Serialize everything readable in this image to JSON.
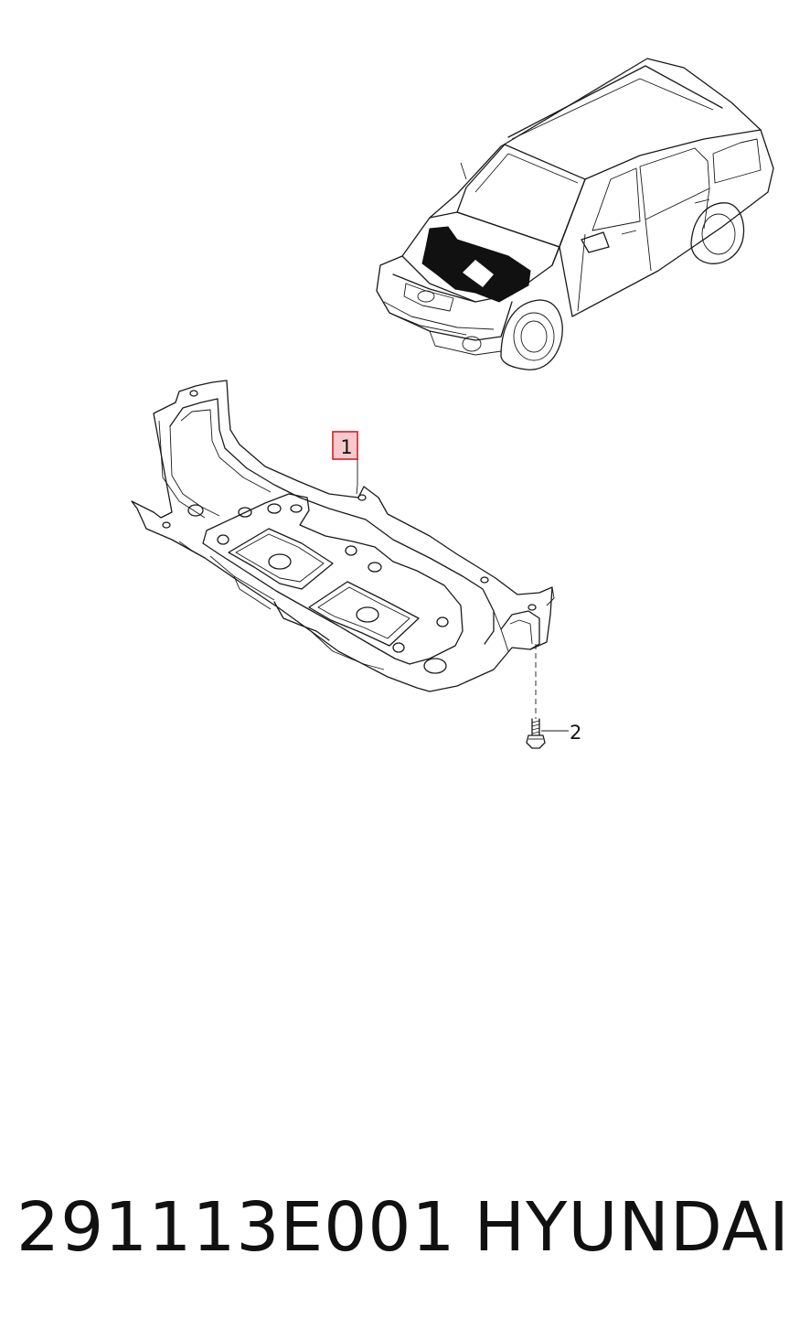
{
  "callouts": [
    {
      "id": "1",
      "label": "1",
      "highlighted": true
    },
    {
      "id": "2",
      "label": "2",
      "highlighted": false
    }
  ],
  "footer": {
    "part_number": "291113E001",
    "brand": "HYUNDAI"
  },
  "colors": {
    "line": "#1a1a1a",
    "highlight_fill": "#f7c9cc",
    "highlight_stroke": "#d9343d"
  }
}
